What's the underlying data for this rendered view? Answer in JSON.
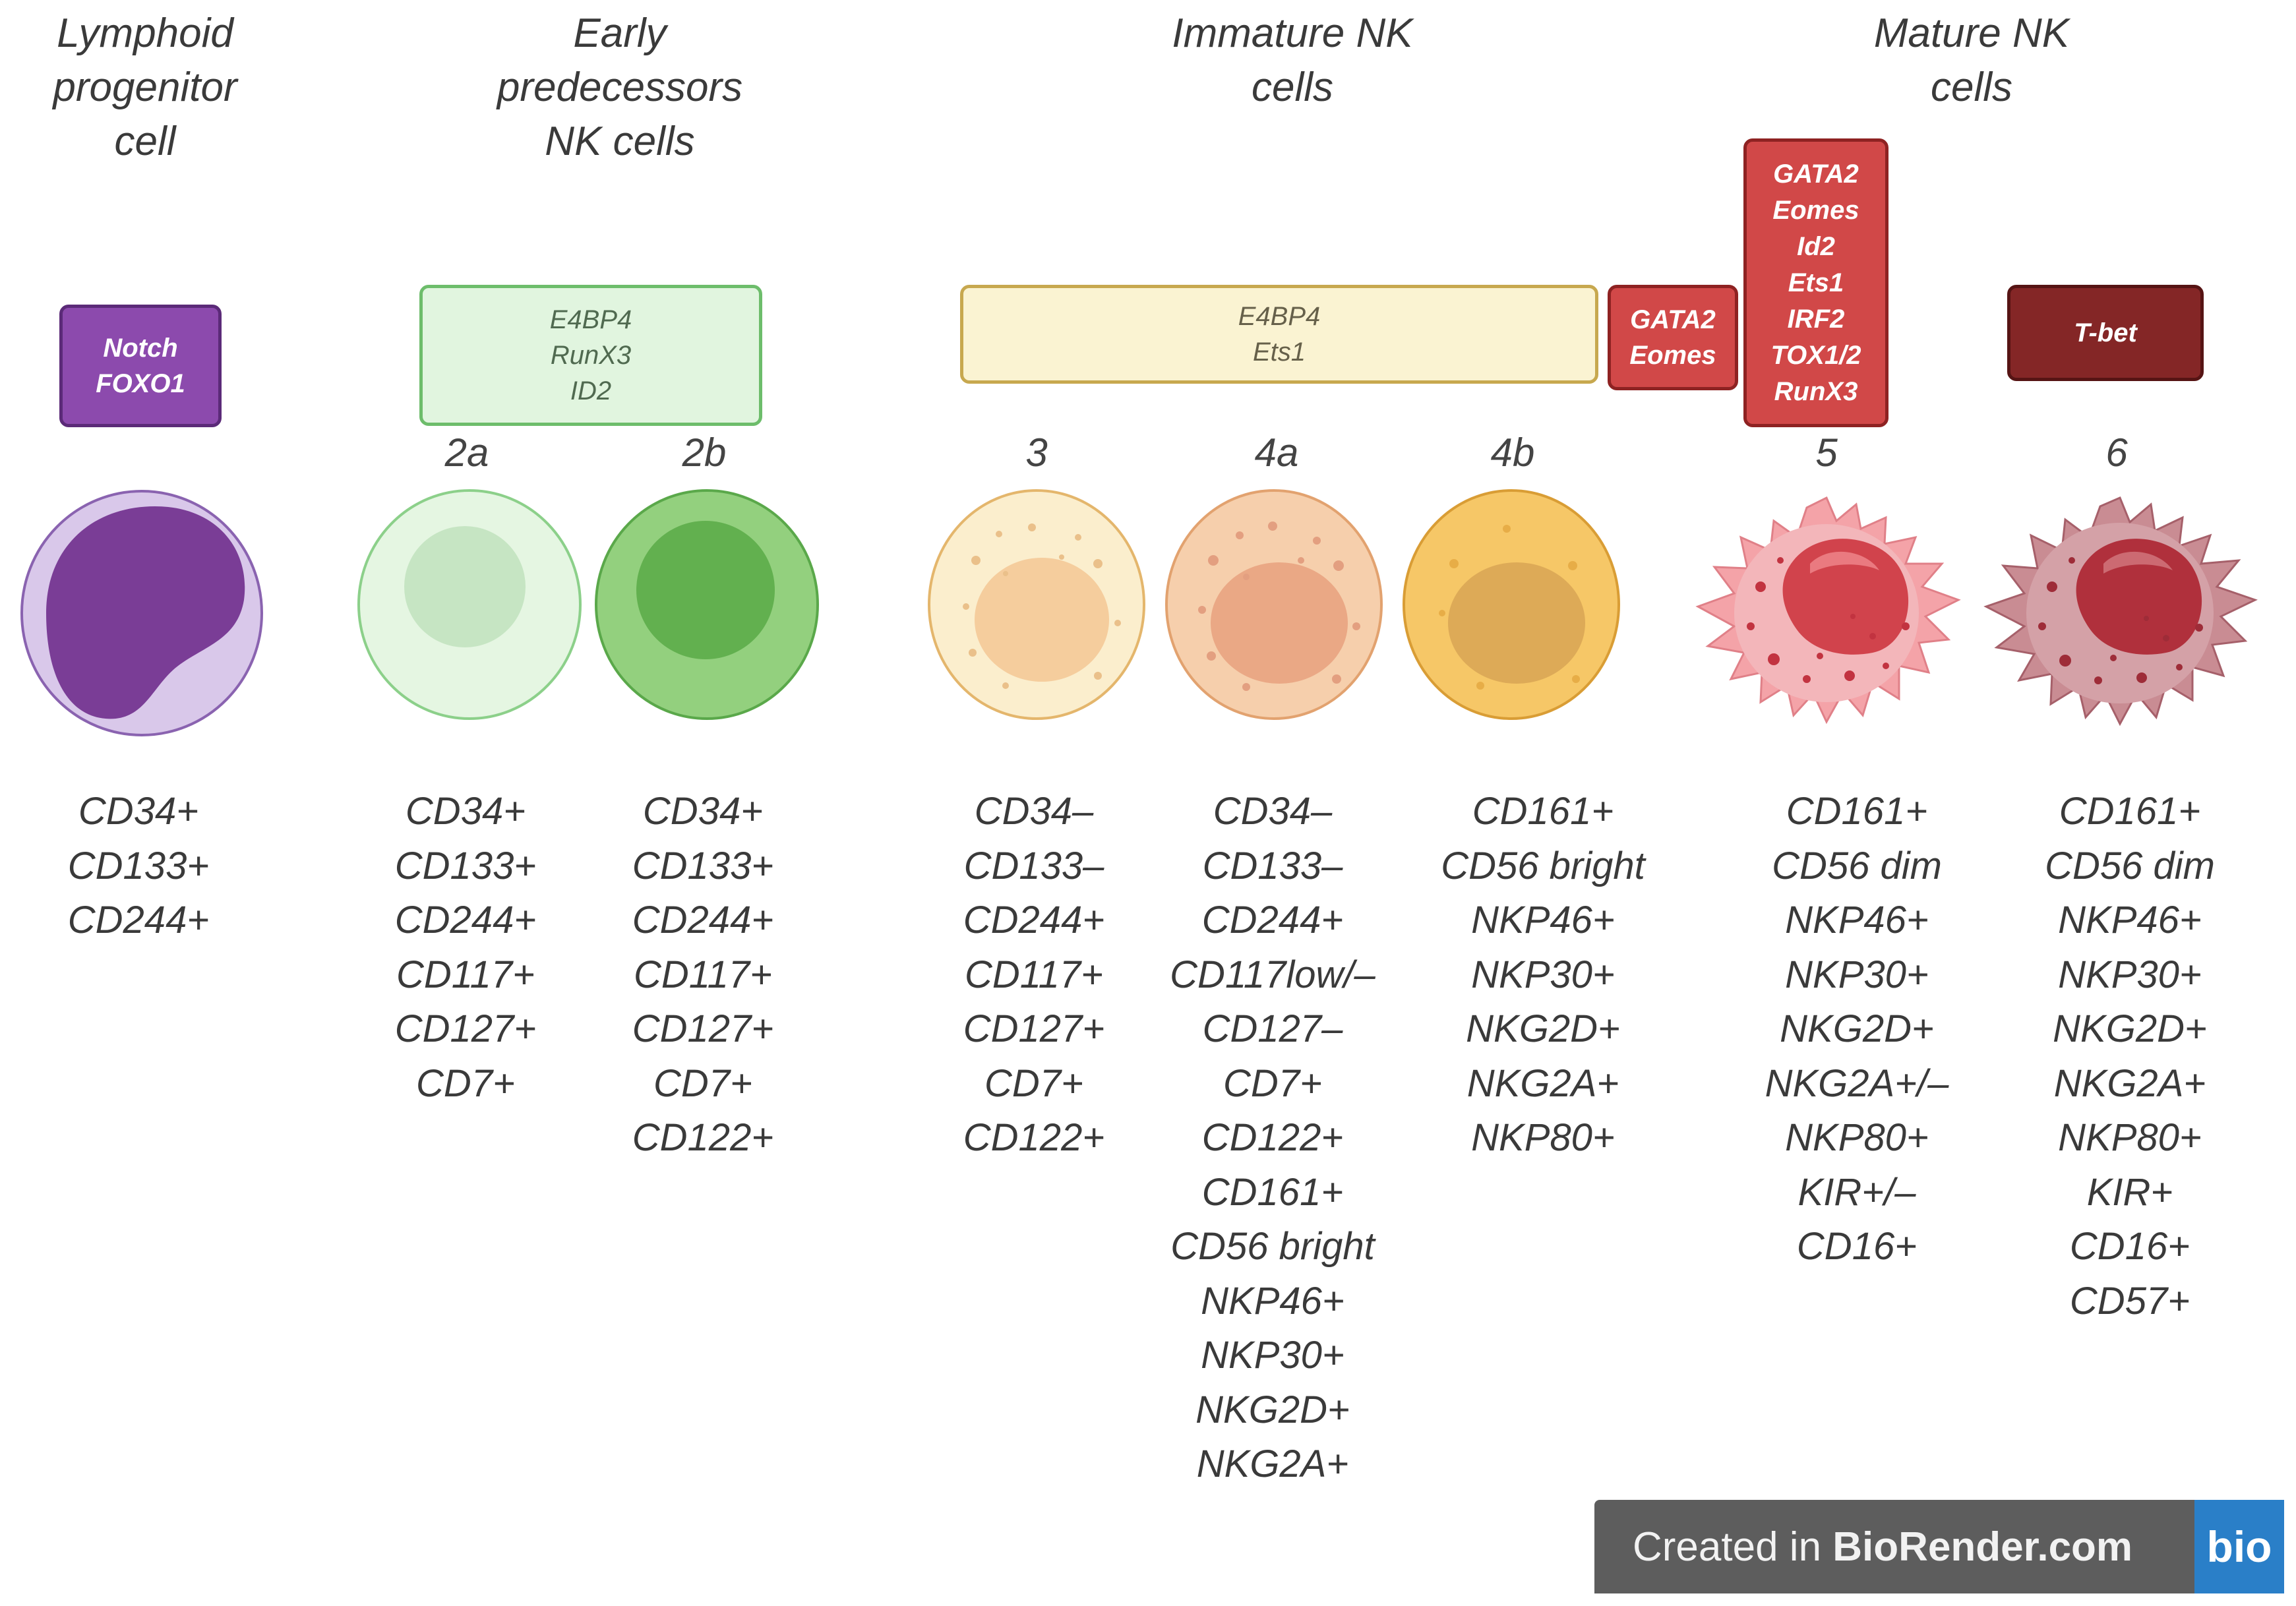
{
  "stage_titles": {
    "lymphoid": "Lymphoid\nprogenitor\ncell",
    "early": "Early\npredecessors\nNK cells",
    "immature": "Immature NK\ncells",
    "mature": "Mature NK\ncells"
  },
  "transcription_factors": {
    "lymphoid": [
      "Notch",
      "FOXO1"
    ],
    "early": [
      "E4BP4",
      "RunX3",
      "ID2"
    ],
    "immature": [
      "E4BP4",
      "Ets1"
    ],
    "gata_eomes": [
      "GATA2",
      "Eomes"
    ],
    "stage5": [
      "GATA2",
      "Eomes",
      "Id2",
      "Ets1",
      "IRF2",
      "TOX1/2",
      "RunX3"
    ],
    "stage6": [
      "T-bet"
    ]
  },
  "stage_numbers": [
    "2a",
    "2b",
    "3",
    "4a",
    "4b",
    "5",
    "6"
  ],
  "markers": {
    "lymphoid": [
      "CD34+",
      "CD133+",
      "CD244+"
    ],
    "s2a": [
      "CD34+",
      "CD133+",
      "CD244+",
      "CD117+",
      "CD127+",
      "CD7+"
    ],
    "s2b": [
      "CD34+",
      "CD133+",
      "CD244+",
      "CD117+",
      "CD127+",
      "CD7+",
      "CD122+"
    ],
    "s3": [
      "CD34–",
      "CD133–",
      "CD244+",
      "CD117+",
      "CD127+",
      "CD7+",
      "CD122+"
    ],
    "s4a": [
      "CD34–",
      "CD133–",
      "CD244+",
      "CD117low/–",
      "CD127–",
      "CD7+",
      "CD122+",
      "CD161+",
      "CD56 bright",
      "NKP46+",
      "NKP30+",
      "NKG2D+",
      "NKG2A+"
    ],
    "s4b": [
      "CD161+",
      "CD56 bright",
      "NKP46+",
      "NKP30+",
      "NKG2D+",
      "NKG2A+",
      "NKP80+"
    ],
    "s5": [
      "CD161+",
      "CD56 dim",
      "NKP46+",
      "NKP30+",
      "NKG2D+",
      "NKG2A+/–",
      "NKP80+",
      "KIR+/–",
      "CD16+"
    ],
    "s6": [
      "CD161+",
      "CD56 dim",
      "NKP46+",
      "NKP30+",
      "NKG2D+",
      "NKG2A+",
      "NKP80+",
      "KIR+",
      "CD16+",
      "CD57+"
    ]
  },
  "badge": {
    "prefix": "Created in ",
    "brand": "BioRender.com",
    "logo": "bio"
  }
}
